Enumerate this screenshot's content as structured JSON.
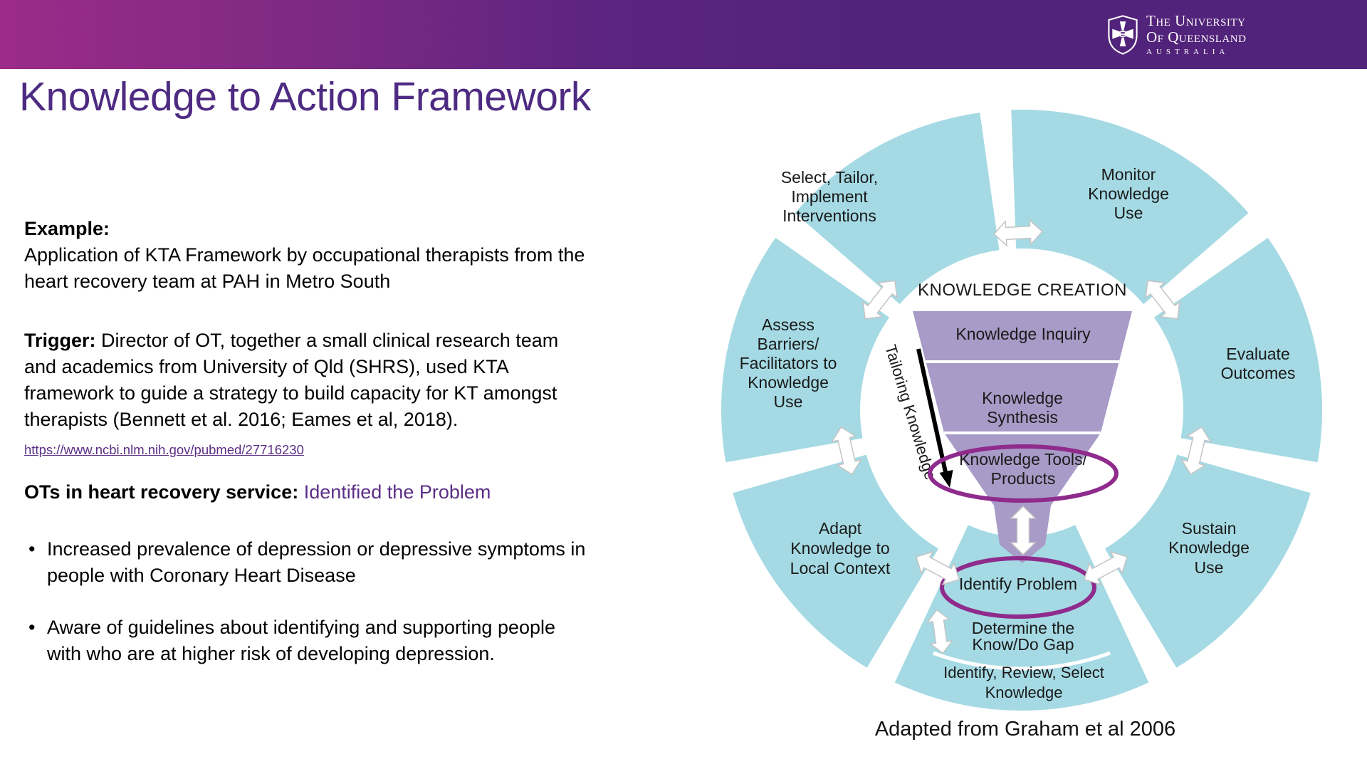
{
  "header": {
    "logo": {
      "uni_line1": "The University",
      "uni_line2": "Of Queensland",
      "country": "AUSTRALIA"
    }
  },
  "title": "Knowledge to Action Framework",
  "content": {
    "example_label": "Example:",
    "example_lines": [
      "Application of KTA Framework by occupational therapists from the",
      "heart recovery team at PAH in Metro South"
    ],
    "trigger_label": "Trigger:",
    "trigger_lines": [
      "Director of OT, together a small clinical research team",
      "and academics from University of Qld (SHRS), used KTA",
      "framework to guide a strategy to build capacity for KT amongst",
      "therapists (Bennett et al. 2016; Eames et al, 2018)."
    ],
    "link_text": "https://www.ncbi.nlm.nih.gov/pubmed/27716230",
    "service_label": "OTs in heart recovery service:",
    "service_value": "Identified the Problem",
    "bullets": [
      {
        "lines": [
          "Increased prevalence of depression or depressive symptoms in",
          "people with Coronary Heart Disease"
        ]
      },
      {
        "lines": [
          "Aware of guidelines about identifying and supporting people",
          "with who are at higher risk of developing depression."
        ]
      }
    ]
  },
  "diagram": {
    "knowledge_creation": "KNOWLEDGE CREATION",
    "segments": {
      "select": [
        "Select, Tailor,",
        "Implement",
        "Interventions"
      ],
      "monitor": [
        "Monitor",
        "Knowledge",
        "Use"
      ],
      "evaluate": [
        "Evaluate",
        "Outcomes"
      ],
      "sustain": [
        "Sustain",
        "Knowledge",
        "Use"
      ],
      "adapt": [
        "Adapt",
        "Knowledge to",
        "Local Context"
      ],
      "assess": [
        "Assess",
        "Barriers/",
        "Facilitators to",
        "Knowledge",
        "Use"
      ],
      "identify_problem": "Identify Problem",
      "know_do_gap": [
        "Determine the",
        "Know/Do Gap"
      ],
      "identify_review": [
        "Identify, Review, Select",
        "Knowledge"
      ]
    },
    "funnel": {
      "inquiry": "Knowledge Inquiry",
      "synthesis": [
        "Knowledge",
        "Synthesis"
      ],
      "tools": [
        "Knowledge Tools/",
        "Products"
      ]
    },
    "tailoring": "Tailoring Knowledge",
    "caption": "Adapted from Graham et al 2006"
  },
  "colors": {
    "teal": "#A5DAE4",
    "funnel_purple": "#A89BC7",
    "accent_purple": "#4E2B82",
    "ellipse_stroke": "#8F2B8C",
    "header_gradient_start": "#9B2B89",
    "header_gradient_end": "#52237A"
  }
}
